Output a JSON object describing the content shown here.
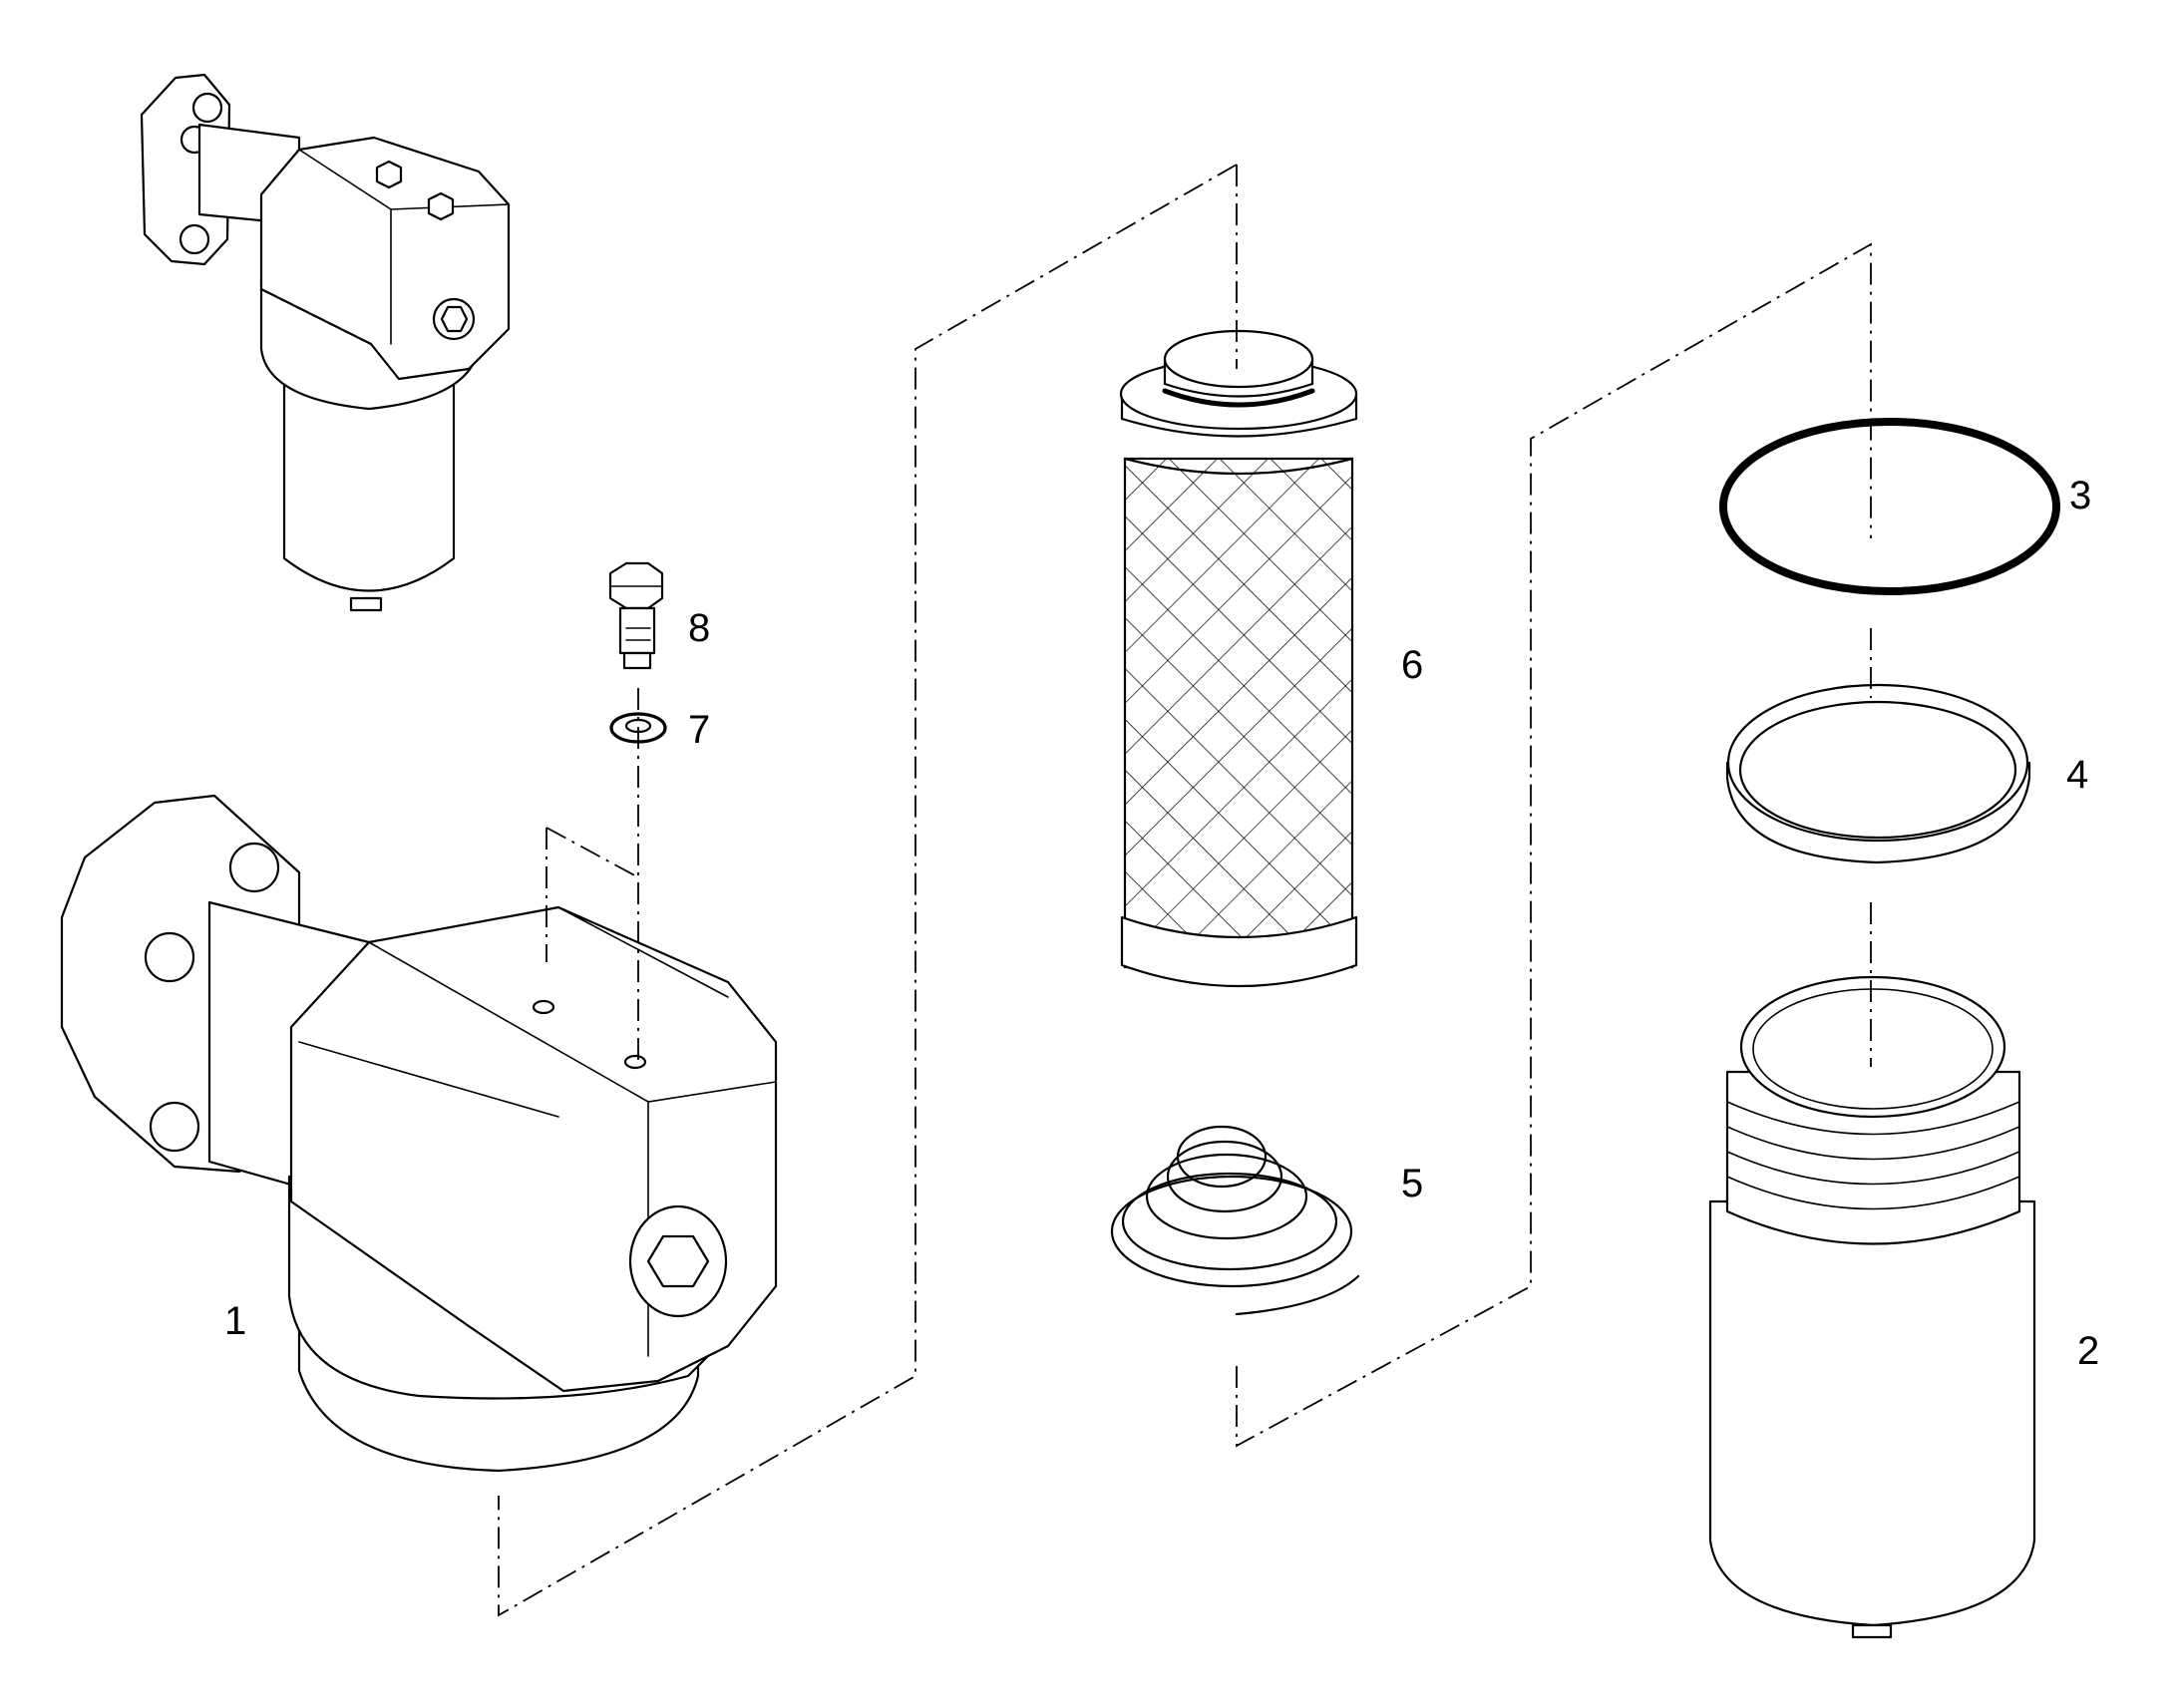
{
  "diagram": {
    "callouts": [
      {
        "id": "callout-1",
        "label": "1"
      },
      {
        "id": "callout-2",
        "label": "2"
      },
      {
        "id": "callout-3",
        "label": "3"
      },
      {
        "id": "callout-4",
        "label": "4"
      },
      {
        "id": "callout-5",
        "label": "5"
      },
      {
        "id": "callout-6",
        "label": "6"
      },
      {
        "id": "callout-7",
        "label": "7"
      },
      {
        "id": "callout-8",
        "label": "8"
      }
    ]
  }
}
